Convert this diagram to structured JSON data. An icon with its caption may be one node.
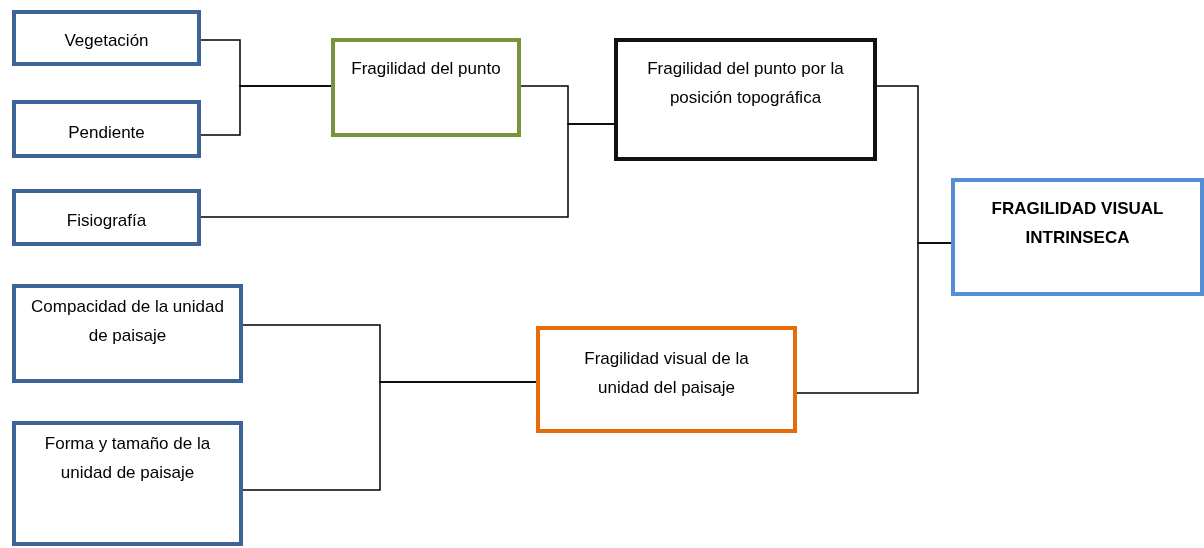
{
  "diagram": {
    "nodes": [
      {
        "text": [
          "Vegetación"
        ]
      },
      {
        "text": [
          "Pendiente"
        ]
      },
      {
        "text": [
          "Fisiografía"
        ]
      },
      {
        "text": [
          "Compacidad de la unidad de paisaje"
        ]
      },
      {
        "text": [
          "Forma y tamaño de la unidad de paisaje"
        ]
      },
      {
        "text": [
          "Fragilidad del punto"
        ]
      },
      {
        "text": [
          "Fragilidad del punto por la posición topográfica"
        ]
      },
      {
        "text": [
          "Fragilidad visual de la unidad del paisaje"
        ]
      },
      {
        "text": [
          "FRAGILIDAD VISUAL INTRINSECA"
        ]
      }
    ],
    "edges": [
      {
        "from": 0,
        "to": 5,
        "arrow": "none"
      },
      {
        "from": 1,
        "to": 5,
        "arrow": "none"
      },
      {
        "from": 5,
        "to": 6,
        "arrow": "none"
      },
      {
        "from": 2,
        "to": 6,
        "arrow": "none"
      },
      {
        "from": 3,
        "to": 7,
        "arrow": "none"
      },
      {
        "from": 4,
        "to": 7,
        "arrow": "none"
      },
      {
        "from": 6,
        "to": 8,
        "arrow": "none"
      },
      {
        "from": 7,
        "to": 8,
        "arrow": "none"
      }
    ]
  }
}
